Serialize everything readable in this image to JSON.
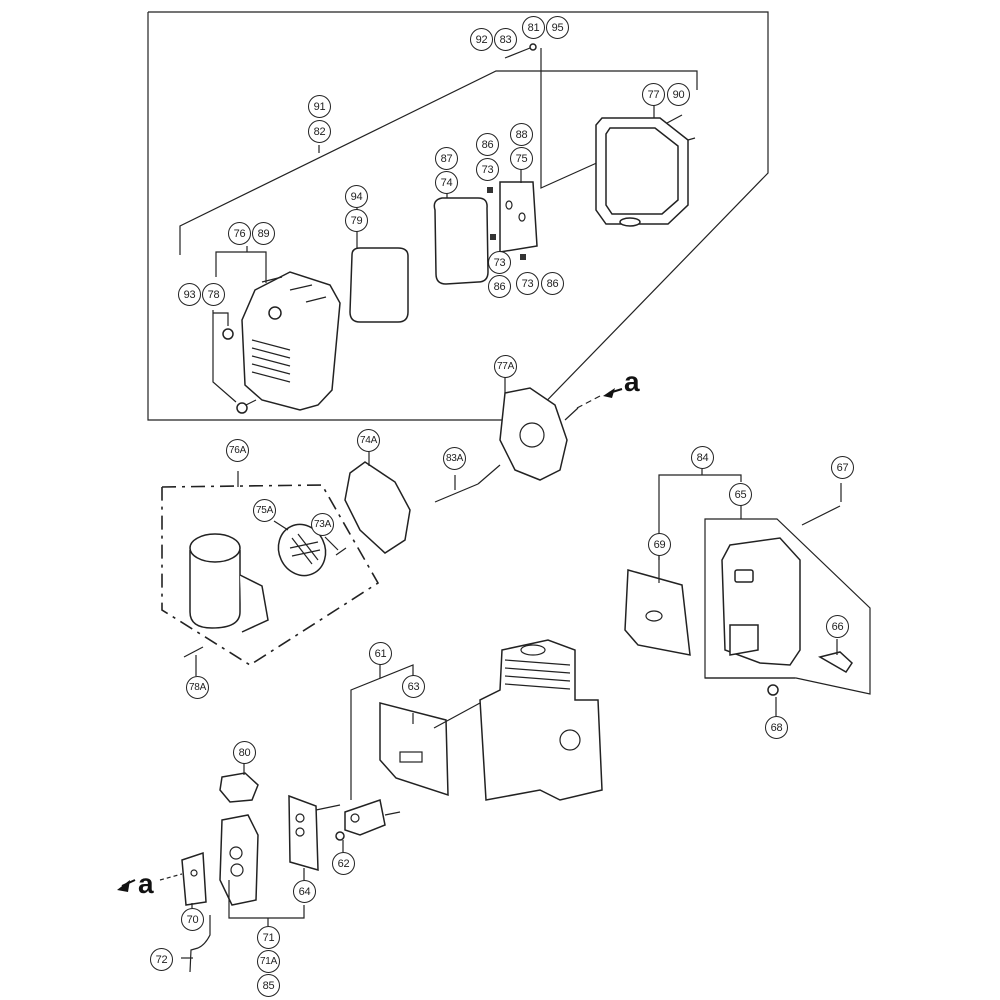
{
  "diagram": {
    "title": "Air cleaner / carburetor / muffler exploded parts diagram",
    "direction_marker": "a",
    "groups": {
      "air_cleaner_box": {
        "callouts": [
          "91",
          "82",
          "92",
          "83",
          "81",
          "95",
          "77",
          "90",
          "94",
          "79",
          "87",
          "74",
          "86",
          "73",
          "88",
          "75",
          "76",
          "89",
          "93",
          "78",
          "73",
          "86",
          "73",
          "86"
        ]
      },
      "air_cleaner_alt": {
        "callouts": [
          "76A",
          "75A",
          "73A",
          "74A",
          "83A",
          "77A",
          "78A"
        ]
      },
      "muffler": {
        "callouts": [
          "84",
          "65",
          "69",
          "67",
          "66",
          "68"
        ]
      },
      "carburetor": {
        "callouts": [
          "61",
          "63",
          "80",
          "62",
          "64",
          "70",
          "71",
          "71A",
          "85",
          "72"
        ]
      }
    },
    "labels": {
      "c91": "91",
      "c82": "82",
      "c92": "92",
      "c83": "83",
      "c81": "81",
      "c95": "95",
      "c77": "77",
      "c90": "90",
      "c86a": "86",
      "c73a": "73",
      "c88": "88",
      "c75": "75",
      "c87": "87",
      "c74": "74",
      "c94": "94",
      "c79": "79",
      "c76": "76",
      "c89": "89",
      "c93": "93",
      "c78": "78",
      "c73b": "73",
      "c86b": "86",
      "c73c": "73",
      "c86c": "86",
      "c77A": "77A",
      "c76A": "76A",
      "c74A": "74A",
      "c83A": "83A",
      "c75A": "75A",
      "c73A": "73A",
      "c78A": "78A",
      "c84": "84",
      "c65": "65",
      "c69": "69",
      "c67": "67",
      "c66": "66",
      "c68": "68",
      "c61": "61",
      "c63": "63",
      "c80": "80",
      "c62": "62",
      "c64": "64",
      "c70": "70",
      "c71": "71",
      "c71A": "71A",
      "c85": "85",
      "c72": "72",
      "a_top": "a",
      "a_bottom": "a"
    }
  }
}
